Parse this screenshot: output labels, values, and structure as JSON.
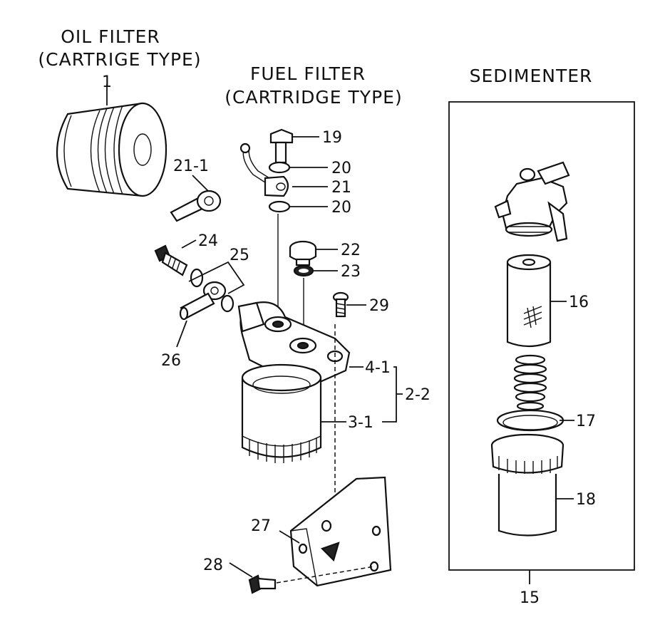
{
  "titles": {
    "oil_filter_1": "OIL FILTER",
    "oil_filter_2": "(CARTRIGE TYPE)",
    "fuel_filter_1": "FUEL FILTER",
    "fuel_filter_2": "(CARTRIDGE TYPE)",
    "sedimenter": "SEDIMENTER"
  },
  "labels": {
    "p1": "1",
    "p21_1": "21-1",
    "p19": "19",
    "p20a": "20",
    "p21": "21",
    "p20b": "20",
    "p24": "24",
    "p25": "25",
    "p22": "22",
    "p23": "23",
    "p29": "29",
    "p26": "26",
    "p4_1": "4-1",
    "p2_2": "2-2",
    "p3_1": "3-1",
    "p27": "27",
    "p28": "28",
    "p16": "16",
    "p17": "17",
    "p18": "18",
    "p15": "15"
  }
}
